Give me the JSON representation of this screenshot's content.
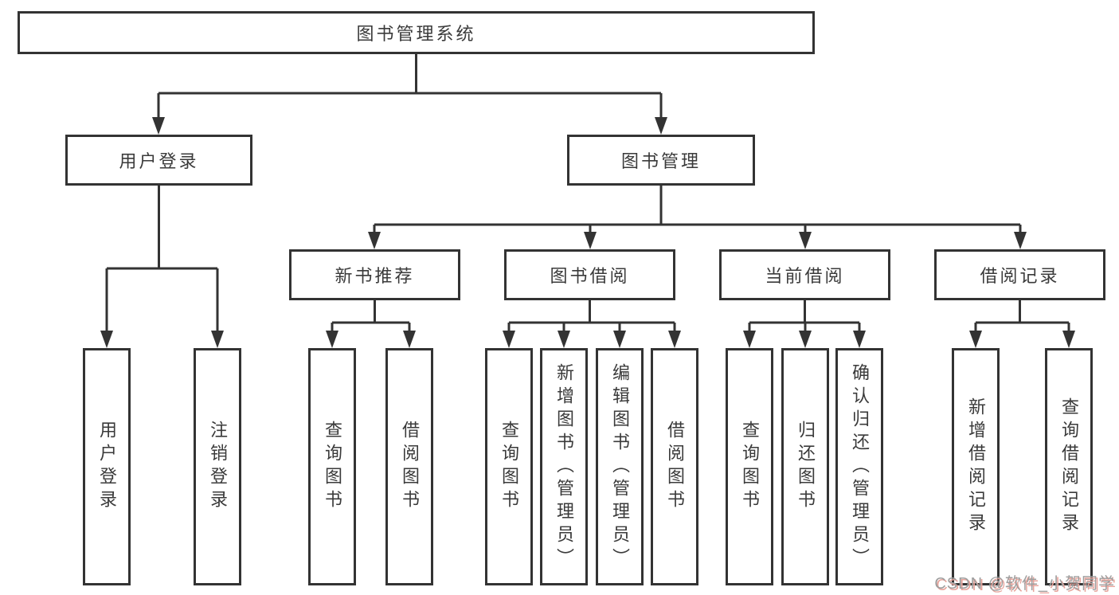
{
  "tree": {
    "label": "图书管理系统",
    "children": [
      {
        "label": "用户登录",
        "children": [
          {
            "label": "用户登录"
          },
          {
            "label": "注销登录"
          }
        ]
      },
      {
        "label": "图书管理",
        "children": [
          {
            "label": "新书推荐",
            "children": [
              {
                "label": "查询图书"
              },
              {
                "label": "借阅图书"
              }
            ]
          },
          {
            "label": "图书借阅",
            "children": [
              {
                "label": "查询图书"
              },
              {
                "label": "新增图书（管理员）"
              },
              {
                "label": "编辑图书（管理员）"
              },
              {
                "label": "借阅图书"
              }
            ]
          },
          {
            "label": "当前借阅",
            "children": [
              {
                "label": "查询图书"
              },
              {
                "label": "归还图书"
              },
              {
                "label": "确认归还（管理员）"
              }
            ]
          },
          {
            "label": "借阅记录",
            "children": [
              {
                "label": "新增借阅记录"
              },
              {
                "label": "查询借阅记录"
              }
            ]
          }
        ]
      }
    ]
  },
  "watermark": {
    "text": "CSDN @软件_小贺同学"
  },
  "colors": {
    "line": "#333333",
    "box_border": "#333333",
    "box_fill": "#ffffff",
    "text": "#3a3a3a",
    "watermark_gray": "#9e9e9e",
    "watermark_shadow": "#e8a49c"
  }
}
